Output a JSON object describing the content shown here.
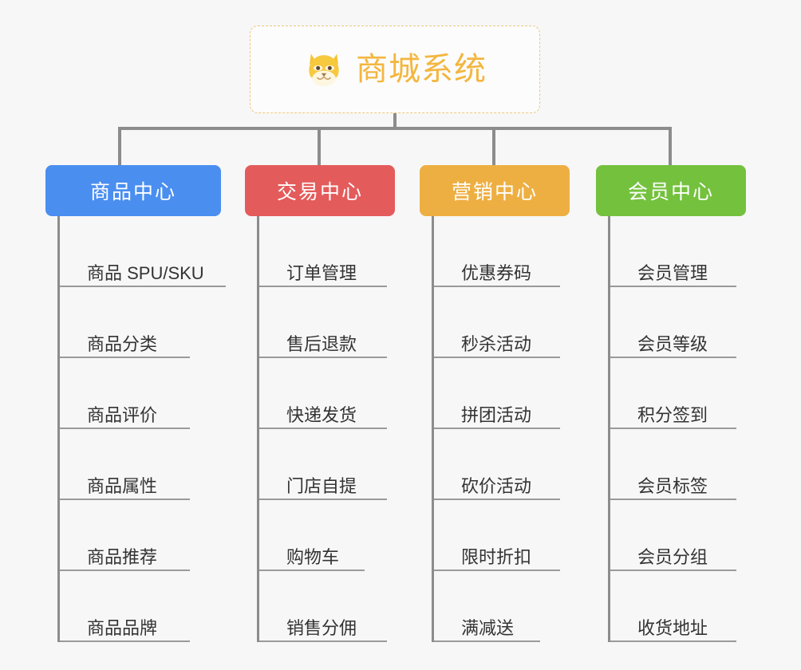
{
  "page": {
    "background_color": "#f7f7f7",
    "line_color": "#8c8c8c"
  },
  "root": {
    "title": "商城系统",
    "icon": "shiba-dog-face-emoji",
    "text_color": "#f3b63f",
    "border_color": "#f0c678"
  },
  "columns": [
    {
      "header": "商品中心",
      "color": "#4a8ef0",
      "items": [
        "商品 SPU/SKU",
        "商品分类",
        "商品评价",
        "商品属性",
        "商品推荐",
        "商品品牌"
      ]
    },
    {
      "header": "交易中心",
      "color": "#e45b5b",
      "items": [
        "订单管理",
        "售后退款",
        "快递发货",
        "门店自提",
        "购物车",
        "销售分佣"
      ]
    },
    {
      "header": "营销中心",
      "color": "#eeaf42",
      "items": [
        "优惠券码",
        "秒杀活动",
        "拼团活动",
        "砍价活动",
        "限时折扣",
        "满减送"
      ]
    },
    {
      "header": "会员中心",
      "color": "#74c13e",
      "items": [
        "会员管理",
        "会员等级",
        "积分签到",
        "会员标签",
        "会员分组",
        "收货地址"
      ]
    }
  ]
}
